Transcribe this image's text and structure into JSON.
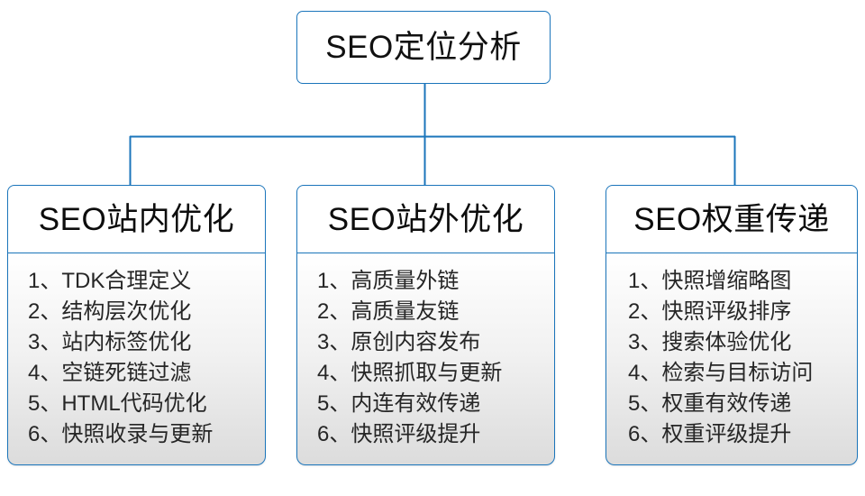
{
  "diagram": {
    "type": "tree-hierarchy",
    "root": {
      "title": "SEO定位分析"
    },
    "branches": [
      {
        "title": "SEO站内优化",
        "items": [
          "1、TDK合理定义",
          "2、结构层次优化",
          "3、站内标签优化",
          "4、空链死链过滤",
          "5、HTML代码优化",
          "6、快照收录与更新"
        ]
      },
      {
        "title": "SEO站外优化",
        "items": [
          "1、高质量外链",
          "2、高质量友链",
          "3、原创内容发布",
          "4、快照抓取与更新",
          "5、内连有效传递",
          "6、快照评级提升"
        ]
      },
      {
        "title": "SEO权重传递",
        "items": [
          "1、快照增缩略图",
          "2、快照评级排序",
          "3、搜索体验优化",
          "4、检索与目标访问",
          "5、权重有效传递",
          "6、权重评级提升"
        ]
      }
    ],
    "colors": {
      "line": "#1b75bb",
      "border": "#1b75bb",
      "header_fill": "#ffffff",
      "body_fill_top": "#ffffff",
      "body_fill_bottom": "#dcdcdc",
      "text": "#1a1a1a",
      "background": "#ffffff"
    }
  }
}
